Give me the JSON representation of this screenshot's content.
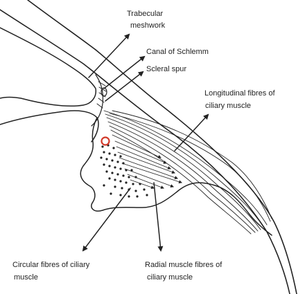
{
  "labels": {
    "trabecular_1": "Trabecular",
    "trabecular_2": "meshwork",
    "canal": "Canal of Schlemm",
    "scleral": "Scleral spur",
    "longitudinal_1": "Longitudinal fibres of",
    "longitudinal_2": "ciliary muscle",
    "circular_1": "Circular fibres of ciliary",
    "circular_2": "muscle",
    "radial_1": "Radial muscle fibres of",
    "radial_2": "ciliary muscle"
  },
  "colors": {
    "ink": "#222222",
    "marker": "#d23a2a"
  }
}
